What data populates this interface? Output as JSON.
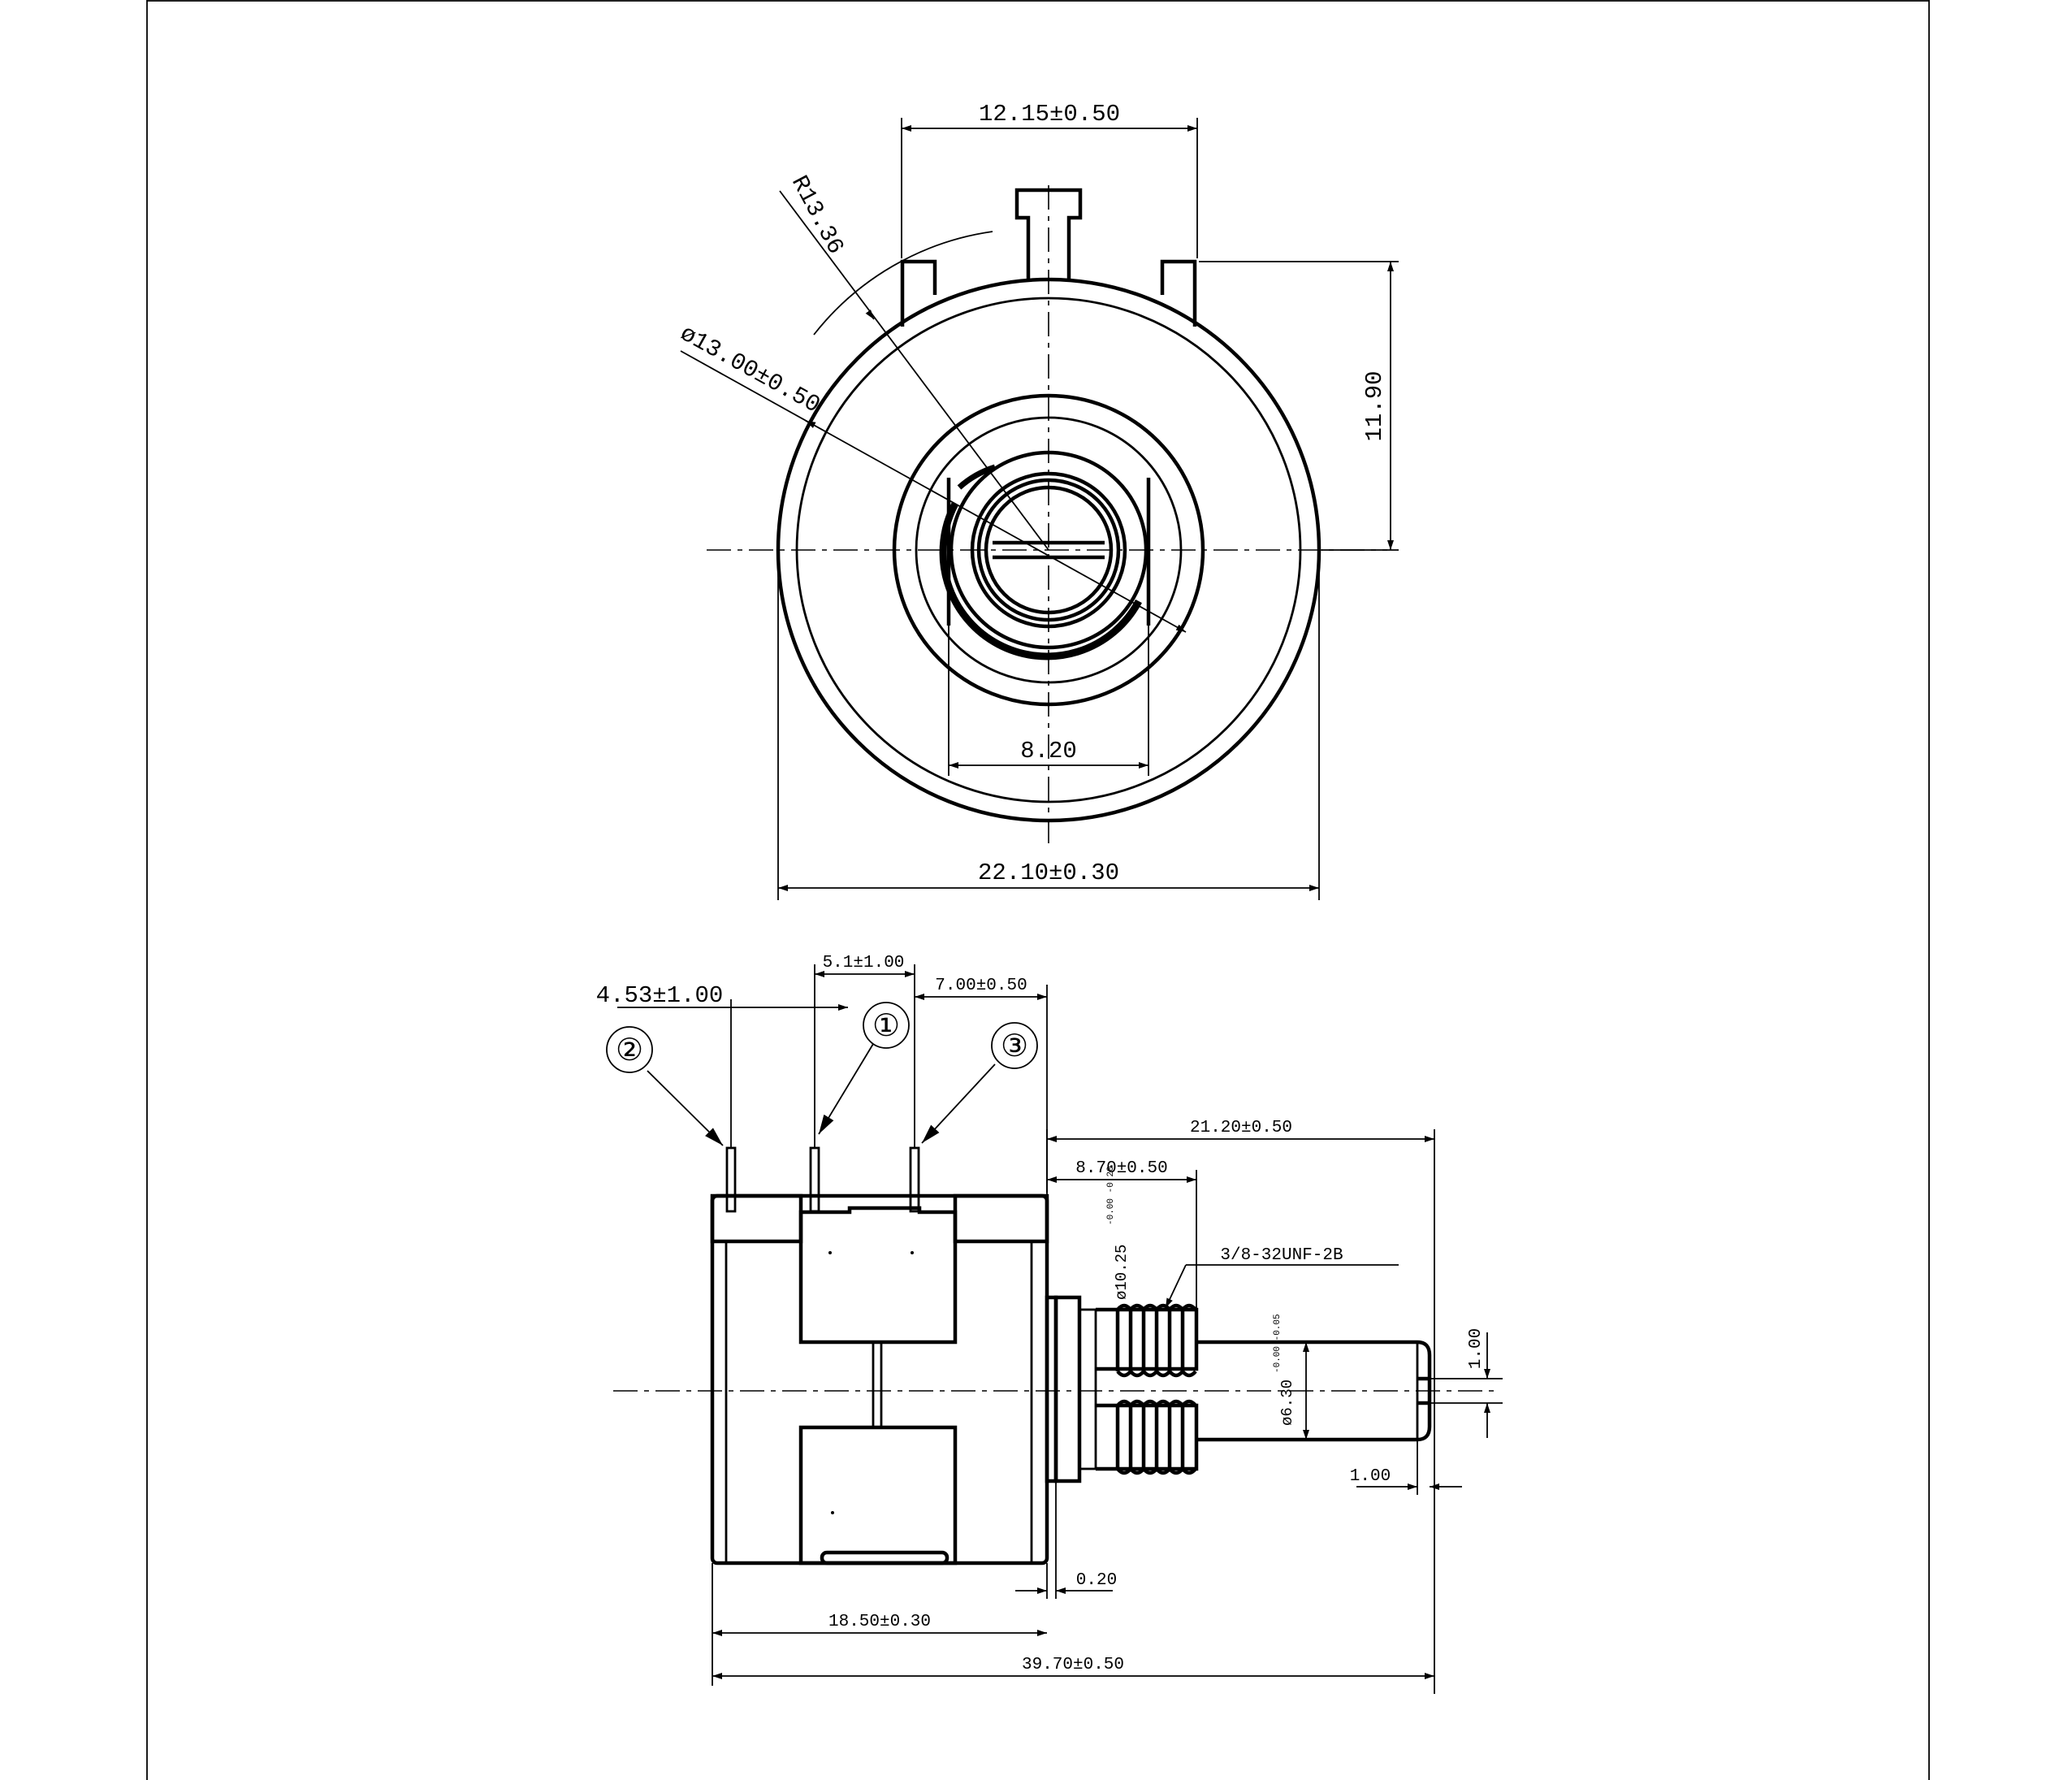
{
  "front_view": {
    "dim_top_width": "12.15±0.50",
    "dim_radius": "R13.36",
    "dim_diameter": "ø13.00±0.50",
    "dim_height": "11.90",
    "dim_bushing_width": "8.20",
    "dim_body_diameter": "22.10±0.30"
  },
  "side_view": {
    "dim_pin_offset_left": "4.53±1.00",
    "dim_pin_spacing": "5.1±1.00",
    "dim_pin_offset_right": "7.00±0.50",
    "terminal_labels": [
      "②",
      "①",
      "③"
    ],
    "dim_shaft_total": "21.20±0.50",
    "dim_thread_length": "8.70±0.50",
    "dim_thread_diameter": "ø10.25",
    "dim_thread_diameter_tol": "-0.00  -0.20",
    "thread_spec": "3/8-32UNF-2B",
    "dim_shaft_diameter": "ø6.30",
    "dim_shaft_diameter_tol": "-0.00  -0.05",
    "dim_slot_width": "1.00",
    "dim_slot_depth": "1.00",
    "dim_gap": "0.20",
    "dim_body_length": "18.50±0.30",
    "dim_overall_length": "39.70±0.50"
  }
}
